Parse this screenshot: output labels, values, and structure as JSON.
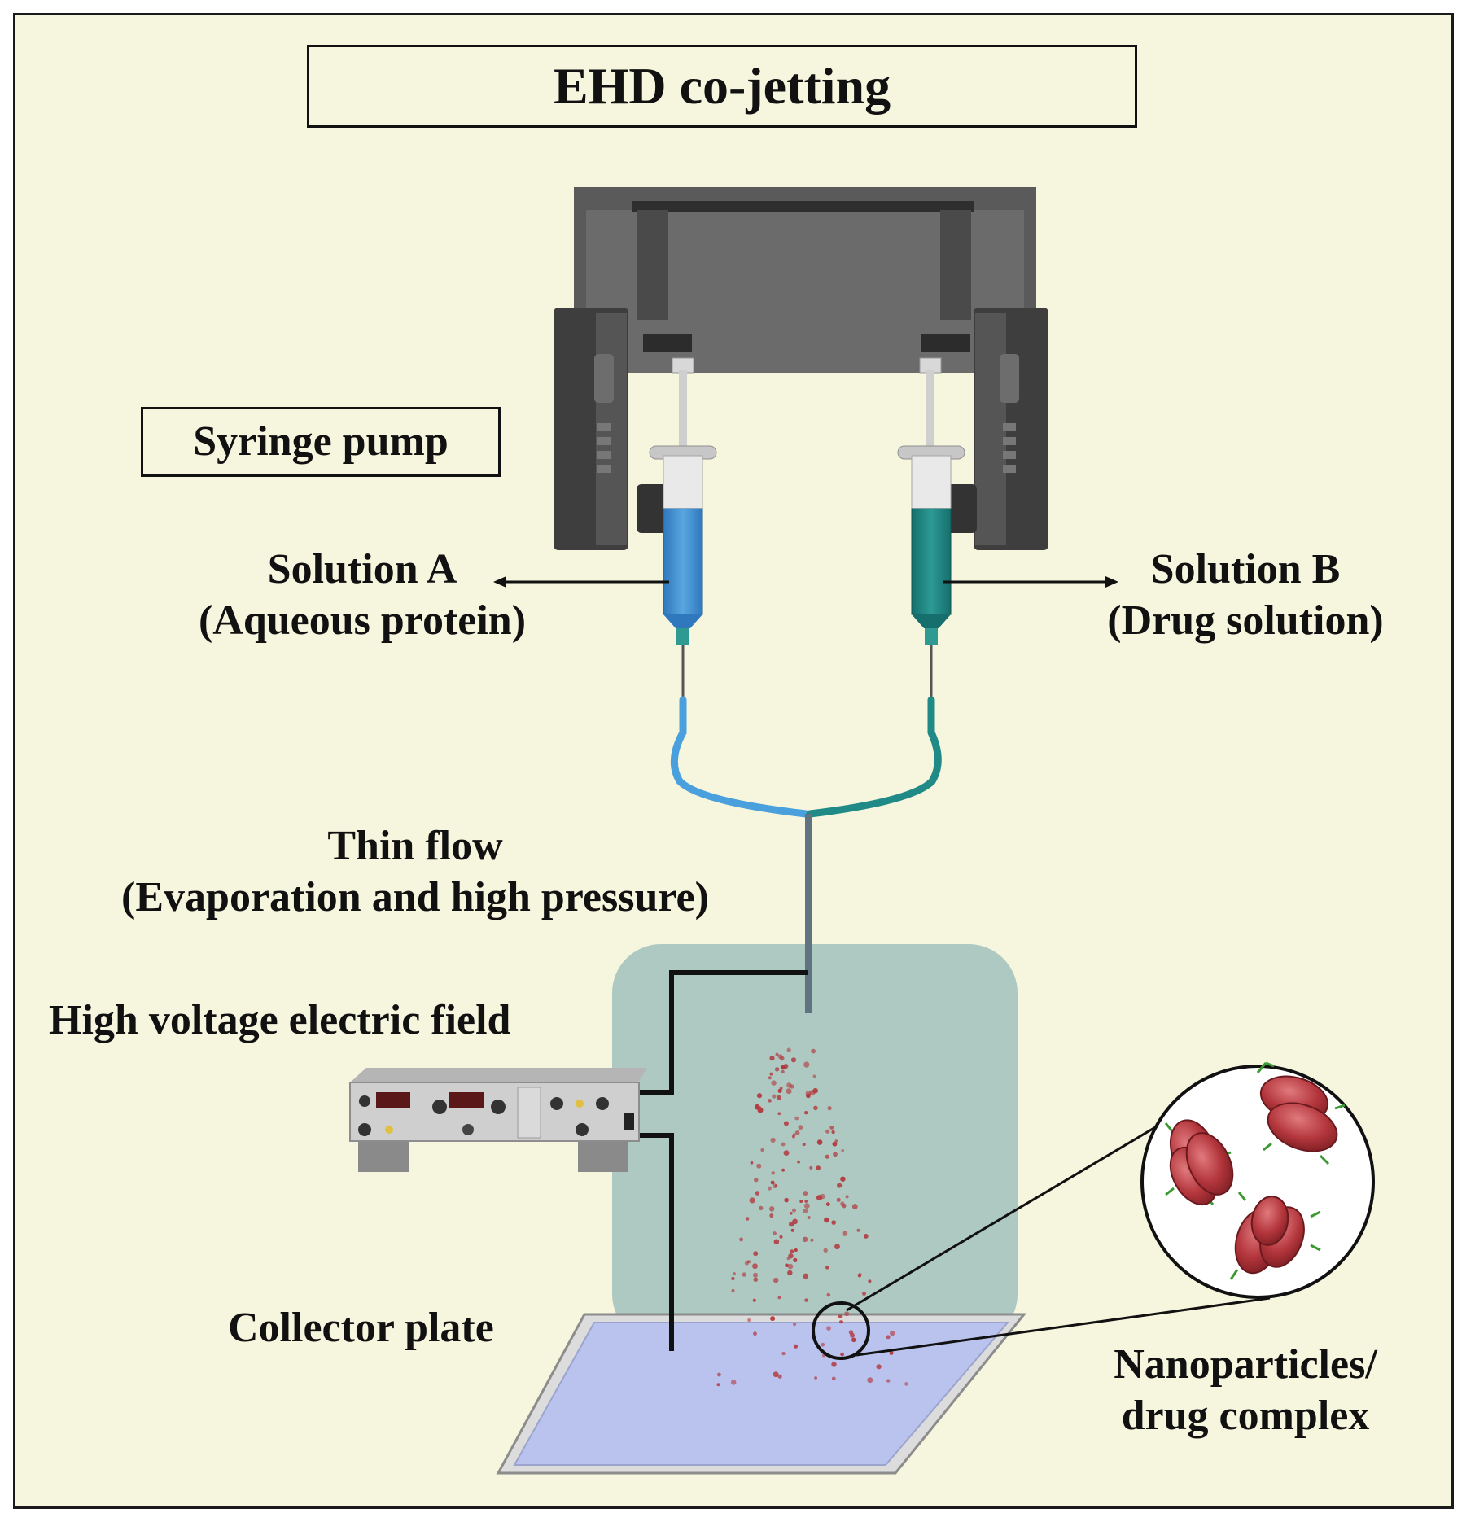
{
  "title": "EHD co-jetting",
  "labels": {
    "syringe_pump": "Syringe pump",
    "solution_a_line1": "Solution A",
    "solution_a_line2": "(Aqueous protein)",
    "solution_b_line1": "Solution B",
    "solution_b_line2": "(Drug solution)",
    "thin_flow_line1": "Thin flow",
    "thin_flow_line2": "(Evaporation and high pressure)",
    "high_voltage": "High voltage electric field",
    "collector_plate": "Collector plate",
    "nanoparticles_line1": "Nanoparticles/",
    "nanoparticles_line2": "drug complex"
  },
  "colors": {
    "background": "#f6f5de",
    "solution_a": "#3f8fd0",
    "solution_b": "#1f8a86",
    "chamber": "#a9c6c0",
    "collector": "#b9c3ee",
    "particles": "#b3363c",
    "pump_body": "#555555"
  }
}
